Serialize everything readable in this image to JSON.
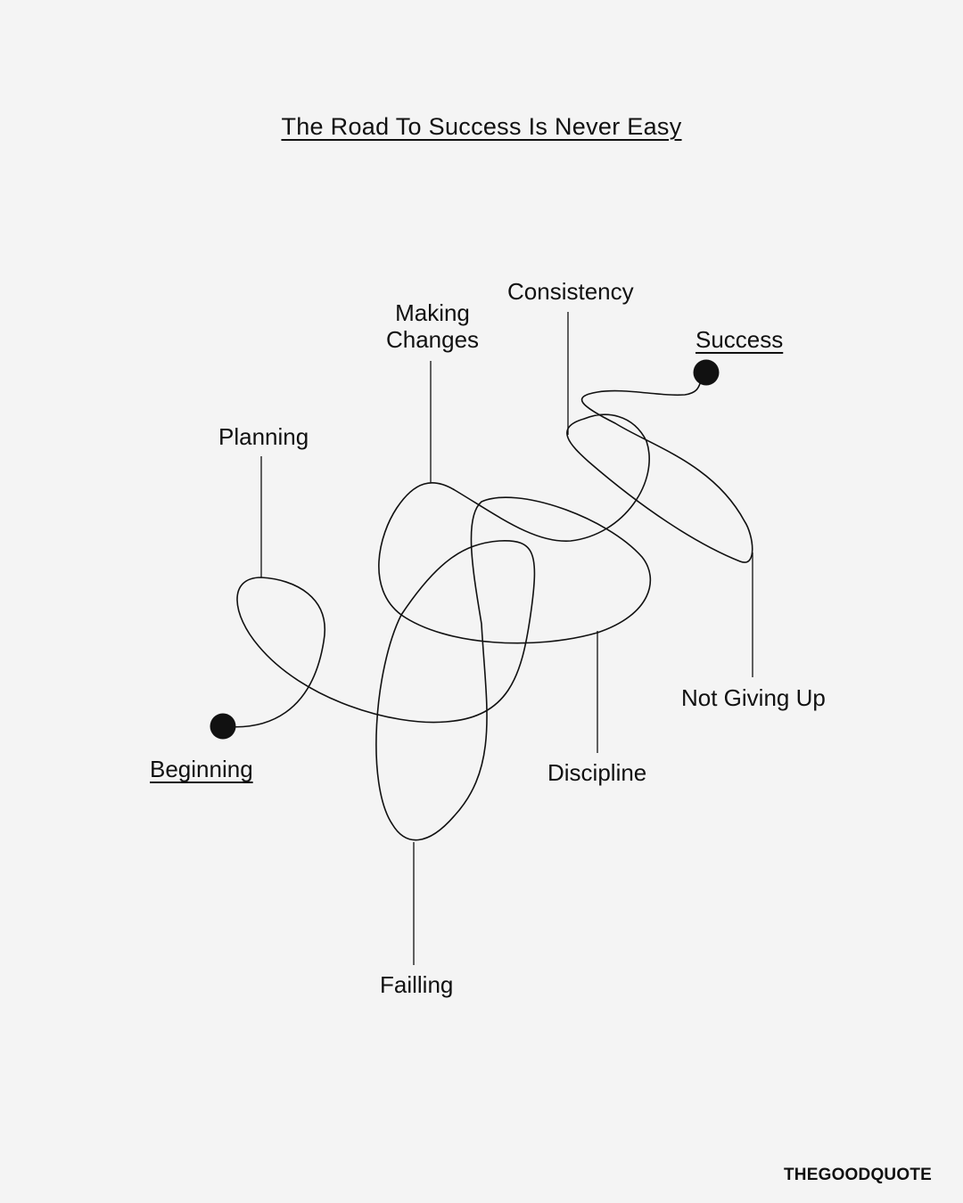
{
  "title": "The Road To Success Is Never Easy",
  "labels": {
    "beginning": "Beginning",
    "planning": "Planning",
    "making_changes_line1": "Making",
    "making_changes_line2": "Changes",
    "consistency": "Consistency",
    "success": "Success",
    "not_giving_up": "Not Giving Up",
    "discipline": "Discipline",
    "failling": "Failling"
  },
  "brand": "THEGOODQUOTE",
  "colors": {
    "background": "#f4f4f4",
    "ink": "#111111"
  }
}
